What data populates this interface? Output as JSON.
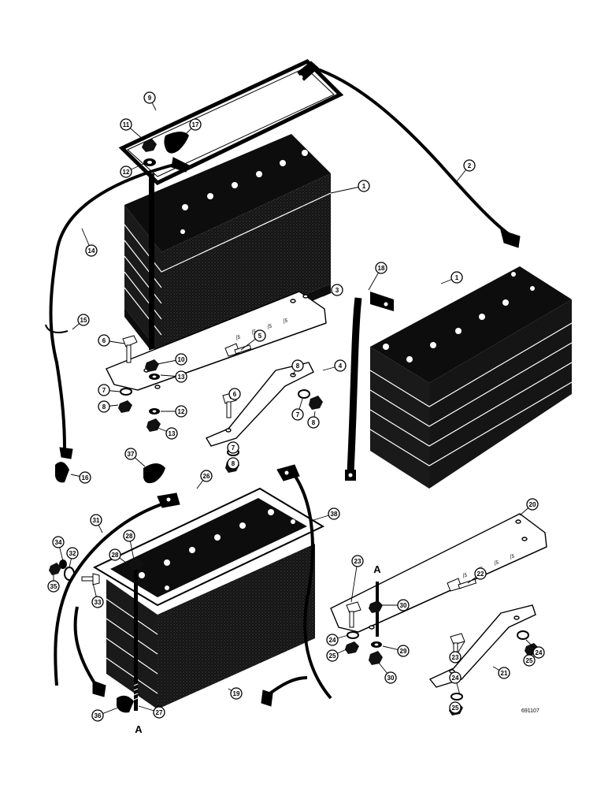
{
  "figure_code": "691107",
  "letters": [
    "A",
    "A"
  ],
  "callouts": [
    "1",
    "1",
    "2",
    "3",
    "4",
    "5",
    "6",
    "6",
    "7",
    "7",
    "7",
    "8",
    "8",
    "8",
    "8",
    "9",
    "10",
    "11",
    "12",
    "12",
    "13",
    "13",
    "14",
    "15",
    "16",
    "17",
    "18",
    "19",
    "20",
    "21",
    "22",
    "23",
    "23",
    "24",
    "24",
    "24",
    "25",
    "25",
    "25",
    "26",
    "27",
    "28",
    "28",
    "29",
    "30",
    "30",
    "31",
    "32",
    "33",
    "34",
    "35",
    "36",
    "37",
    "38"
  ]
}
